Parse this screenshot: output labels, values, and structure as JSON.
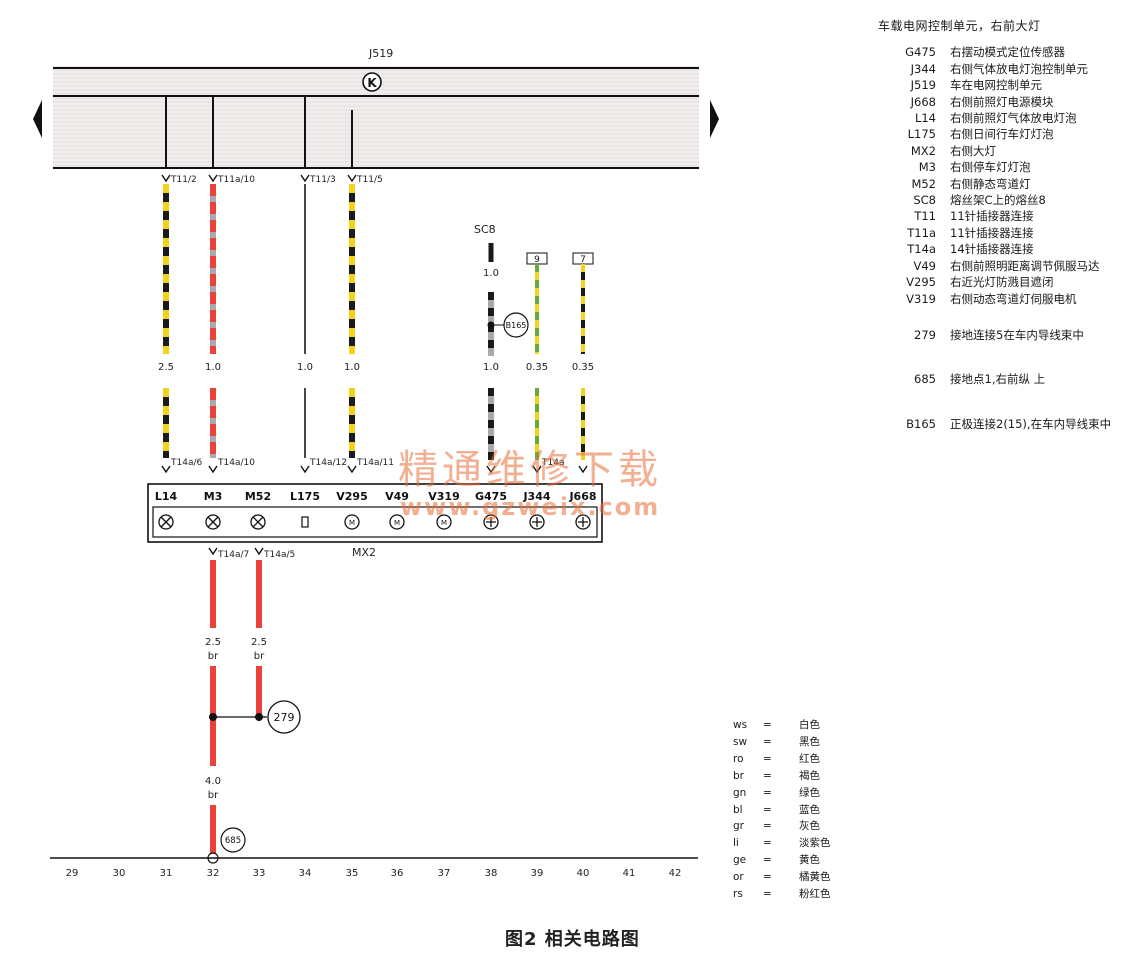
{
  "diagram": {
    "bus_label": "J519",
    "bus_symbol": "K",
    "module_label": "MX2",
    "components": [
      "L14",
      "M3",
      "M52",
      "L175",
      "V295",
      "V49",
      "V319",
      "G475",
      "J344",
      "J668"
    ],
    "top_connectors": [
      "T11/2",
      "T11a/10",
      "T11/3",
      "T11/5"
    ],
    "wire_sizes_top": [
      "2.5",
      "1.0",
      "1.0",
      "1.0",
      "1.0",
      "0.35",
      "0.35"
    ],
    "wire_sizes_mid": [
      "1.0"
    ],
    "lower_connectors": [
      "T14a/6",
      "T14a/10",
      "T14a/12",
      "T14a/11",
      "T14a"
    ],
    "bottom_connectors": [
      "T14a/7",
      "T14a/5"
    ],
    "fuse_label": "SC8",
    "fuse_box_labels": [
      "9",
      "7"
    ],
    "node_b165": "B165",
    "node_279": "279",
    "node_685": "685",
    "ground_wire_labels": [
      "2.5",
      "br",
      "2.5",
      "br",
      "4.0",
      "br"
    ],
    "grid_numbers": [
      "29",
      "30",
      "31",
      "32",
      "33",
      "34",
      "35",
      "36",
      "37",
      "38",
      "39",
      "40",
      "41",
      "42"
    ]
  },
  "legend": {
    "title": "车载电网控制单元，右前大灯",
    "items": [
      {
        "code": "G475",
        "desc": "右摆动模式定位传感器"
      },
      {
        "code": "J344",
        "desc": "右侧气体放电灯泡控制单元"
      },
      {
        "code": "J519",
        "desc": "车在电网控制单元"
      },
      {
        "code": "J668",
        "desc": "右侧前照灯电源模块"
      },
      {
        "code": "L14",
        "desc": "右侧前照灯气体放电灯泡"
      },
      {
        "code": "L175",
        "desc": "右侧日间行车灯灯泡"
      },
      {
        "code": "MX2",
        "desc": "右侧大灯"
      },
      {
        "code": "M3",
        "desc": "右侧停车灯灯泡"
      },
      {
        "code": "M52",
        "desc": "右侧静态弯道灯"
      },
      {
        "code": "SC8",
        "desc": "熔丝架C上的熔丝8"
      },
      {
        "code": "T11",
        "desc": "11针插接器连接"
      },
      {
        "code": "T11a",
        "desc": "11针插接器连接"
      },
      {
        "code": "T14a",
        "desc": "14针插接器连接"
      },
      {
        "code": "V49",
        "desc": "右侧前照明距离调节佩服马达"
      },
      {
        "code": "V295",
        "desc": "右近光灯防溅目遮闭"
      },
      {
        "code": "V319",
        "desc": "右侧动态弯道灯伺服电机"
      }
    ],
    "extra": [
      {
        "code": "279",
        "desc": "接地连接5在车内导线束中"
      },
      {
        "code": "685",
        "desc": "接地点1,右前纵 上"
      },
      {
        "code": "B165",
        "desc": "正极连接2(15),在车内导线束中"
      }
    ]
  },
  "colors_legend": [
    {
      "abbr": "ws",
      "eq": "=",
      "name": "白色"
    },
    {
      "abbr": "sw",
      "eq": "=",
      "name": "黑色"
    },
    {
      "abbr": "ro",
      "eq": "=",
      "name": "红色"
    },
    {
      "abbr": "br",
      "eq": "=",
      "name": "褐色"
    },
    {
      "abbr": "gn",
      "eq": "=",
      "name": "绿色"
    },
    {
      "abbr": "bl",
      "eq": "=",
      "name": "蓝色"
    },
    {
      "abbr": "gr",
      "eq": "=",
      "name": "灰色"
    },
    {
      "abbr": "li",
      "eq": "=",
      "name": "淡紫色"
    },
    {
      "abbr": "ge",
      "eq": "=",
      "name": "黄色"
    },
    {
      "abbr": "or",
      "eq": "=",
      "name": "橘黄色"
    },
    {
      "abbr": "rs",
      "eq": "=",
      "name": "粉红色"
    }
  ],
  "caption": "图2 相关电路图",
  "watermark": {
    "line1": "精通维修下载",
    "line2": "www.gzweix.com"
  },
  "wire_colors": {
    "black": "#1a1a1a",
    "yellow": "#f2d21a",
    "red": "#e8423a",
    "grey": "#a9a9a9",
    "green": "#6aa83a"
  }
}
